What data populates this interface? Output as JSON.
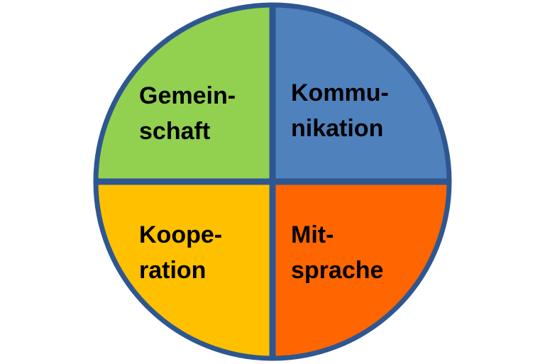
{
  "diagram": {
    "type": "quadrant-circle",
    "outline_color": "#2E5791",
    "quadrants": [
      {
        "position": "top-left",
        "lines": [
          "Gemein-",
          "schaft"
        ],
        "color": "#92D050"
      },
      {
        "position": "top-right",
        "lines": [
          "Kommu-",
          "nikation"
        ],
        "color": "#4F81BD"
      },
      {
        "position": "bottom-left",
        "lines": [
          "Koope-",
          "ration"
        ],
        "color": "#FFC000"
      },
      {
        "position": "bottom-right",
        "lines": [
          "Mit-",
          "sprache"
        ],
        "color": "#FF6600"
      }
    ]
  }
}
